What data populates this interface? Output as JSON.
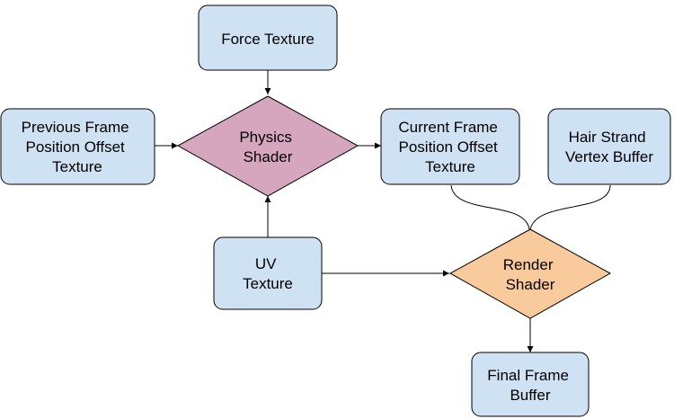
{
  "nodes": {
    "force_texture": [
      "Force Texture"
    ],
    "previous_frame": [
      "Previous Frame",
      "Position Offset",
      "Texture"
    ],
    "physics_shader": [
      "Physics",
      "Shader"
    ],
    "current_frame": [
      "Current Frame",
      "Position Offset",
      "Texture"
    ],
    "hair_strand": [
      "Hair Strand",
      "Vertex Buffer"
    ],
    "uv_texture": [
      "UV",
      "Texture"
    ],
    "render_shader": [
      "Render",
      "Shader"
    ],
    "final_frame": [
      "Final Frame",
      "Buffer"
    ]
  },
  "colors": {
    "texture_box": "#cfe2f3",
    "physics_shader": "#d5a6bd",
    "render_shader": "#f9cb9c",
    "stroke": "#000000"
  }
}
